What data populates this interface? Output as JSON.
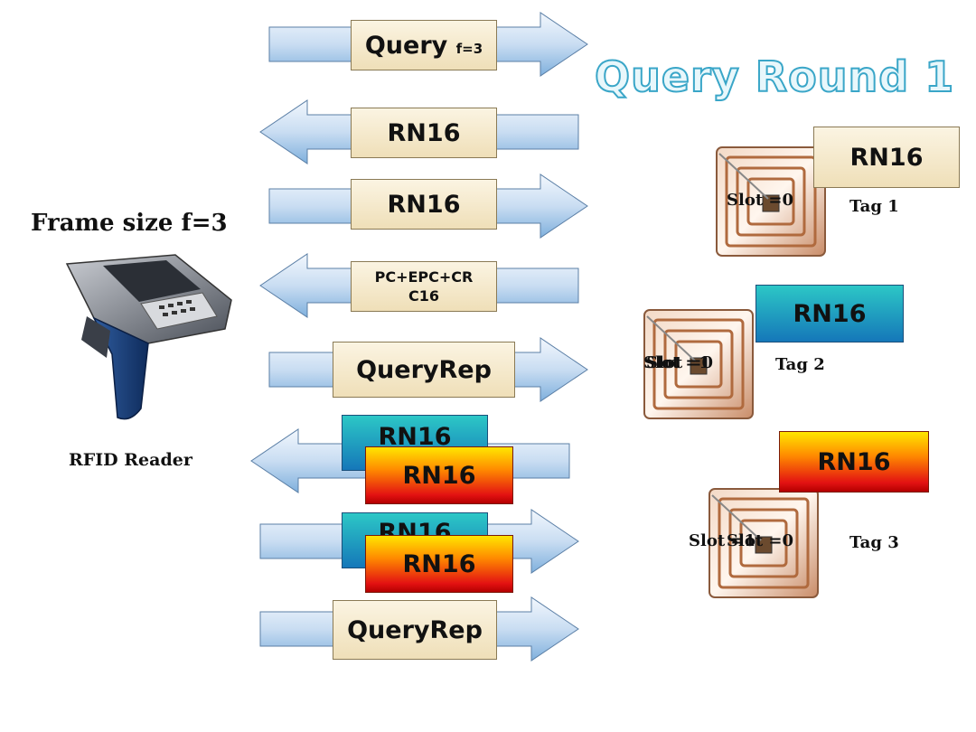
{
  "title": "Query Round 1",
  "frame_size_label": "Frame size f=3",
  "reader_label": "RFID Reader",
  "messages": [
    {
      "text": "Query",
      "sub": "f=3",
      "direction": "right"
    },
    {
      "text": "RN16",
      "direction": "left"
    },
    {
      "text": "RN16",
      "direction": "right"
    },
    {
      "text": "PC+EPC+CR\nC16",
      "direction": "left"
    },
    {
      "text": "QueryRep",
      "direction": "right"
    },
    {
      "text": "RN16",
      "overlap_text": "RN16",
      "direction": "left"
    },
    {
      "text": "RN16",
      "overlap_text": "RN16",
      "direction": "right"
    },
    {
      "text": "QueryRep",
      "direction": "right"
    }
  ],
  "tags": [
    {
      "name": "Tag 1",
      "slot": "Slot =0",
      "reply": "RN16"
    },
    {
      "name": "Tag 2",
      "slot": "Slot =1",
      "slot_overlay": "Slot =0",
      "reply": "RN16"
    },
    {
      "name": "Tag 3",
      "slot": "Slot =1",
      "slot_overlay": "Slot =0",
      "reply": "RN16"
    }
  ],
  "colors": {
    "arrow_light": "#eef5fc",
    "arrow_dark": "#7fb0dd",
    "arrow_edge": "#5b7fa6",
    "title_fill": "#e8f7fb",
    "title_stroke": "#3aa6c8"
  }
}
